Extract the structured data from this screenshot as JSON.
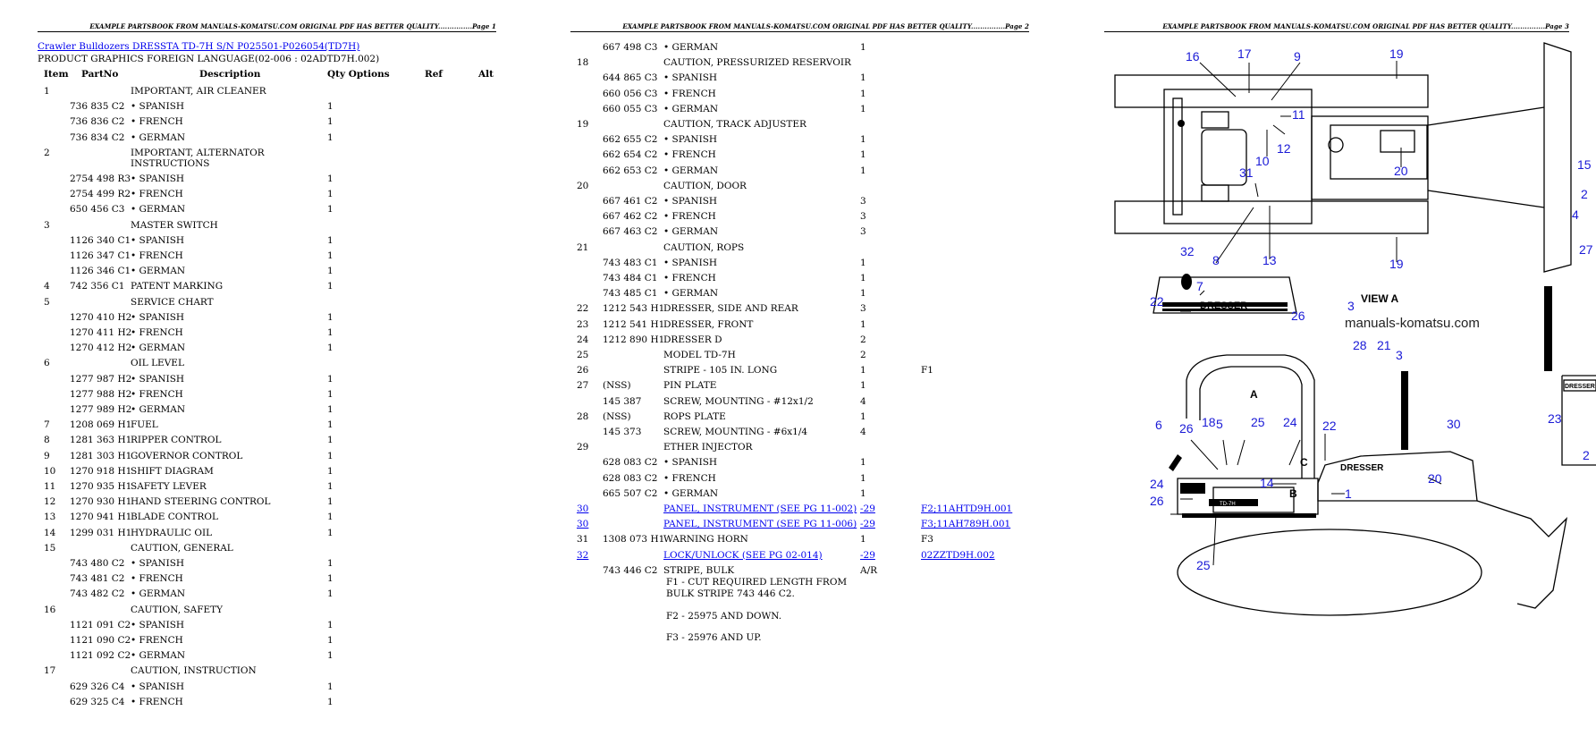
{
  "header_text": "EXAMPLE PARTSBOOK FROM MANUALS-KOMATSU.COM ORIGINAL PDF HAS BETTER QUALITY...............",
  "page_labels": [
    "Page 1",
    "Page 2",
    "Page 3"
  ],
  "title_link": "Crawler Bulldozers DRESSTA TD-7H S/N P025501-P026054(TD7H)",
  "subtitle": "PRODUCT GRAPHICS FOREIGN LANGUAGE(02-006 : 02ADTD7H.002)",
  "columns": {
    "item": "Item",
    "partno": "PartNo",
    "description": "Description",
    "qty_options": "Qty Options",
    "ref": "Ref",
    "alt": "Alt"
  },
  "page1_rows": [
    {
      "item": "1",
      "part": "",
      "desc": "IMPORTANT, AIR CLEANER",
      "qty": "",
      "ref": ""
    },
    {
      "item": "",
      "part": "736 835 C2",
      "desc": "• SPANISH",
      "qty": "1",
      "ref": ""
    },
    {
      "item": "",
      "part": "736 836 C2",
      "desc": "• FRENCH",
      "qty": "1",
      "ref": ""
    },
    {
      "item": "",
      "part": "736 834 C2",
      "desc": "• GERMAN",
      "qty": "1",
      "ref": ""
    },
    {
      "item": "2",
      "part": "",
      "desc": "IMPORTANT, ALTERNATOR",
      "desc2": "INSTRUCTIONS",
      "qty": "",
      "ref": ""
    },
    {
      "item": "",
      "part": "2754 498 R3",
      "desc": "• SPANISH",
      "qty": "1",
      "ref": ""
    },
    {
      "item": "",
      "part": "2754 499 R2",
      "desc": "• FRENCH",
      "qty": "1",
      "ref": ""
    },
    {
      "item": "",
      "part": "650 456 C3",
      "desc": "• GERMAN",
      "qty": "1",
      "ref": ""
    },
    {
      "item": "3",
      "part": "",
      "desc": "MASTER SWITCH",
      "qty": "",
      "ref": ""
    },
    {
      "item": "",
      "part": "1126 340 C1",
      "desc": "• SPANISH",
      "qty": "1",
      "ref": ""
    },
    {
      "item": "",
      "part": "1126 347 C1",
      "desc": "• FRENCH",
      "qty": "1",
      "ref": ""
    },
    {
      "item": "",
      "part": "1126 346 C1",
      "desc": "• GERMAN",
      "qty": "1",
      "ref": ""
    },
    {
      "item": "4",
      "part": "742 356 C1",
      "desc": "PATENT MARKING",
      "qty": "1",
      "ref": ""
    },
    {
      "item": "5",
      "part": "",
      "desc": "SERVICE CHART",
      "qty": "",
      "ref": ""
    },
    {
      "item": "",
      "part": "1270 410 H2",
      "desc": "• SPANISH",
      "qty": "1",
      "ref": ""
    },
    {
      "item": "",
      "part": "1270 411 H2",
      "desc": "• FRENCH",
      "qty": "1",
      "ref": ""
    },
    {
      "item": "",
      "part": "1270 412 H2",
      "desc": "• GERMAN",
      "qty": "1",
      "ref": ""
    },
    {
      "item": "6",
      "part": "",
      "desc": "OIL LEVEL",
      "qty": "",
      "ref": ""
    },
    {
      "item": "",
      "part": "1277 987 H2",
      "desc": "• SPANISH",
      "qty": "1",
      "ref": ""
    },
    {
      "item": "",
      "part": "1277 988 H2",
      "desc": "• FRENCH",
      "qty": "1",
      "ref": ""
    },
    {
      "item": "",
      "part": "1277 989 H2",
      "desc": "• GERMAN",
      "qty": "1",
      "ref": ""
    },
    {
      "item": "7",
      "part": "1208 069 H1",
      "desc": "FUEL",
      "qty": "1",
      "ref": ""
    },
    {
      "item": "8",
      "part": "1281 363 H1",
      "desc": "RIPPER CONTROL",
      "qty": "1",
      "ref": ""
    },
    {
      "item": "9",
      "part": "1281 303 H1",
      "desc": "GOVERNOR CONTROL",
      "qty": "1",
      "ref": ""
    },
    {
      "item": "10",
      "part": "1270 918 H1",
      "desc": "SHIFT DIAGRAM",
      "qty": "1",
      "ref": ""
    },
    {
      "item": "11",
      "part": "1270 935 H1",
      "desc": "SAFETY LEVER",
      "qty": "1",
      "ref": ""
    },
    {
      "item": "12",
      "part": "1270 930 H1",
      "desc": "HAND STEERING CONTROL",
      "qty": "1",
      "ref": ""
    },
    {
      "item": "13",
      "part": "1270 941 H1",
      "desc": "BLADE CONTROL",
      "qty": "1",
      "ref": ""
    },
    {
      "item": "14",
      "part": "1299 031 H1",
      "desc": "HYDRAULIC OIL",
      "qty": "1",
      "ref": ""
    },
    {
      "item": "15",
      "part": "",
      "desc": "CAUTION, GENERAL",
      "qty": "",
      "ref": ""
    },
    {
      "item": "",
      "part": "743 480 C2",
      "desc": "• SPANISH",
      "qty": "1",
      "ref": ""
    },
    {
      "item": "",
      "part": "743 481 C2",
      "desc": "• FRENCH",
      "qty": "1",
      "ref": ""
    },
    {
      "item": "",
      "part": "743 482 C2",
      "desc": "• GERMAN",
      "qty": "1",
      "ref": ""
    },
    {
      "item": "16",
      "part": "",
      "desc": "CAUTION, SAFETY",
      "qty": "",
      "ref": ""
    },
    {
      "item": "",
      "part": "1121 091 C2",
      "desc": "• SPANISH",
      "qty": "1",
      "ref": ""
    },
    {
      "item": "",
      "part": "1121 090 C2",
      "desc": "• FRENCH",
      "qty": "1",
      "ref": ""
    },
    {
      "item": "",
      "part": "1121 092 C2",
      "desc": "• GERMAN",
      "qty": "1",
      "ref": ""
    },
    {
      "item": "17",
      "part": "",
      "desc": "CAUTION, INSTRUCTION",
      "qty": "",
      "ref": ""
    },
    {
      "item": "",
      "part": "629 326 C4",
      "desc": "• SPANISH",
      "qty": "1",
      "ref": ""
    },
    {
      "item": "",
      "part": "629 325 C4",
      "desc": "• FRENCH",
      "qty": "1",
      "ref": ""
    }
  ],
  "page2_rows": [
    {
      "item": "",
      "part": "667 498 C3",
      "desc": "• GERMAN",
      "qty": "1",
      "ref": ""
    },
    {
      "item": "18",
      "part": "",
      "desc": "CAUTION, PRESSURIZED RESERVOIR",
      "qty": "",
      "ref": ""
    },
    {
      "item": "",
      "part": "644 865 C3",
      "desc": "• SPANISH",
      "qty": "1",
      "ref": ""
    },
    {
      "item": "",
      "part": "660 056 C3",
      "desc": "• FRENCH",
      "qty": "1",
      "ref": ""
    },
    {
      "item": "",
      "part": "660 055 C3",
      "desc": "• GERMAN",
      "qty": "1",
      "ref": ""
    },
    {
      "item": "19",
      "part": "",
      "desc": "CAUTION, TRACK ADJUSTER",
      "qty": "",
      "ref": ""
    },
    {
      "item": "",
      "part": "662 655 C2",
      "desc": "• SPANISH",
      "qty": "1",
      "ref": ""
    },
    {
      "item": "",
      "part": "662 654 C2",
      "desc": "• FRENCH",
      "qty": "1",
      "ref": ""
    },
    {
      "item": "",
      "part": "662 653 C2",
      "desc": "• GERMAN",
      "qty": "1",
      "ref": ""
    },
    {
      "item": "20",
      "part": "",
      "desc": "CAUTION, DOOR",
      "qty": "",
      "ref": ""
    },
    {
      "item": "",
      "part": "667 461 C2",
      "desc": "• SPANISH",
      "qty": "3",
      "ref": ""
    },
    {
      "item": "",
      "part": "667 462 C2",
      "desc": "• FRENCH",
      "qty": "3",
      "ref": ""
    },
    {
      "item": "",
      "part": "667 463 C2",
      "desc": "• GERMAN",
      "qty": "3",
      "ref": ""
    },
    {
      "item": "21",
      "part": "",
      "desc": "CAUTION, ROPS",
      "qty": "",
      "ref": ""
    },
    {
      "item": "",
      "part": "743 483 C1",
      "desc": "• SPANISH",
      "qty": "1",
      "ref": ""
    },
    {
      "item": "",
      "part": "743 484 C1",
      "desc": "• FRENCH",
      "qty": "1",
      "ref": ""
    },
    {
      "item": "",
      "part": "743 485 C1",
      "desc": "• GERMAN",
      "qty": "1",
      "ref": ""
    },
    {
      "item": "22",
      "part": "1212 543 H1",
      "desc": "DRESSER, SIDE AND REAR",
      "qty": "3",
      "ref": ""
    },
    {
      "item": "23",
      "part": "1212 541 H1",
      "desc": "DRESSER, FRONT",
      "qty": "1",
      "ref": ""
    },
    {
      "item": "24",
      "part": "1212 890 H1",
      "desc": "DRESSER D",
      "qty": "2",
      "ref": ""
    },
    {
      "item": "25",
      "part": "",
      "desc": "MODEL TD-7H",
      "qty": "2",
      "ref": ""
    },
    {
      "item": "26",
      "part": "",
      "desc": "STRIPE - 105 IN. LONG",
      "qty": "1",
      "ref": "F1"
    },
    {
      "item": "27",
      "part": "(NSS)",
      "desc": "PIN PLATE",
      "qty": "1",
      "ref": ""
    },
    {
      "item": "",
      "part": "145 387",
      "desc": "SCREW, MOUNTING - #12x1/2",
      "qty": "4",
      "ref": ""
    },
    {
      "item": "28",
      "part": "(NSS)",
      "desc": "ROPS PLATE",
      "qty": "1",
      "ref": ""
    },
    {
      "item": "",
      "part": "145 373",
      "desc": "SCREW, MOUNTING - #6x1/4",
      "qty": "4",
      "ref": ""
    },
    {
      "item": "29",
      "part": "",
      "desc": "ETHER INJECTOR",
      "qty": "",
      "ref": ""
    },
    {
      "item": "",
      "part": "628 083 C2",
      "desc": "• SPANISH",
      "qty": "1",
      "ref": ""
    },
    {
      "item": "",
      "part": "628 083 C2",
      "desc": "• FRENCH",
      "qty": "1",
      "ref": ""
    },
    {
      "item": "",
      "part": "665 507 C2",
      "desc": "• GERMAN",
      "qty": "1",
      "ref": ""
    },
    {
      "item": "30",
      "part": "",
      "desc": "PANEL, INSTRUMENT (SEE PG 11-002)",
      "qty": "-29",
      "ref": "F2;11AHTD9H.001",
      "link": true
    },
    {
      "item": "30",
      "part": "",
      "desc": "PANEL, INSTRUMENT (SEE PG 11-006)",
      "qty": "-29",
      "ref": "F3;11AH789H.001",
      "link": true
    },
    {
      "item": "31",
      "part": "1308 073 H1",
      "desc": "WARNING HORN",
      "qty": "1",
      "ref": "F3"
    },
    {
      "item": "32",
      "part": "",
      "desc": "LOCK/UNLOCK (SEE PG 02-014)",
      "qty": "-29",
      "ref": "02ZZTD9H.002",
      "link": true
    },
    {
      "item": "",
      "part": "743 446 C2",
      "desc": "STRIPE, BULK",
      "qty": "A/R",
      "ref": ""
    }
  ],
  "notes": {
    "f1_line1": "F1 - CUT REQUIRED LENGTH FROM",
    "f1_line2": "BULK STRIPE 743 446 C2.",
    "f2": "F2 - 25975 AND DOWN.",
    "f3": "F3 - 25976 AND UP."
  },
  "diagram": {
    "watermark": "manuals-komatsu.com",
    "view_label": "VIEW  A",
    "decal_text": "DRESSER",
    "model_text": "TD-7H",
    "letters": {
      "a": "A",
      "b": "B",
      "c": "C"
    },
    "callouts": {
      "n1": "1",
      "n2": "2",
      "n3": "3",
      "n4": "4",
      "n5": "5",
      "n6": "6",
      "n7": "7",
      "n8": "8",
      "n9": "9",
      "n10": "10",
      "n11": "11",
      "n12": "12",
      "n13": "13",
      "n14": "14",
      "n15": "15",
      "n16": "16",
      "n17": "17",
      "n18": "18",
      "n19": "19",
      "n20": "20",
      "n21": "21",
      "n22": "22",
      "n23": "23",
      "n24": "24",
      "n25": "25",
      "n26": "26",
      "n27": "27",
      "n28": "28",
      "n30": "30",
      "n31": "31",
      "n32": "32"
    },
    "callout_color": "#1a1ad6"
  }
}
